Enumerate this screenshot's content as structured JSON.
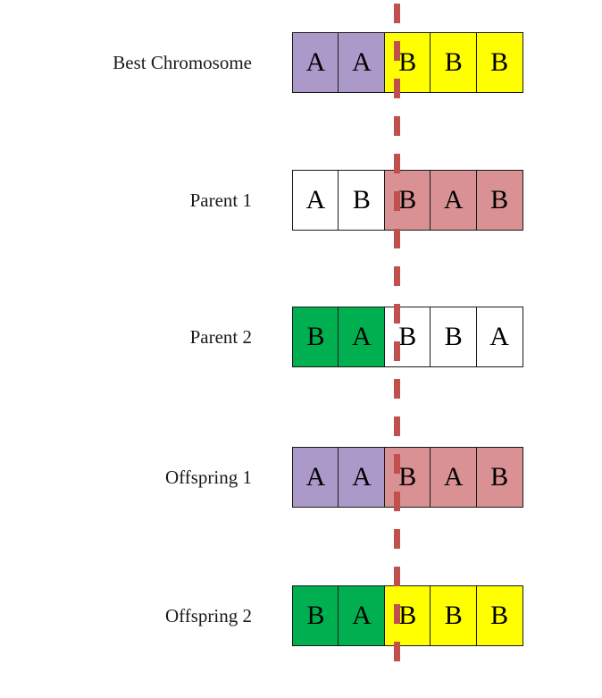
{
  "figure": {
    "title": "Genetic algorithm crossover diagram",
    "crossover_point_after_gene": 2,
    "genes_per_chromosome": 5
  },
  "colors": {
    "purple": "#ab9ac9",
    "yellow": "#ffff00",
    "white": "#ffffff",
    "salmon": "#d99194",
    "green": "#00b050",
    "border": "#1a1a1a",
    "crossover_line": "#c0504d",
    "text": "#1a1a1a",
    "background": "#ffffff"
  },
  "crossover_marker": {
    "name": "crossover-point-dashed-line",
    "style": "dashed",
    "orientation": "vertical",
    "color": "#c0504d"
  },
  "rows": [
    {
      "label": "Best Chromosome",
      "cells": [
        {
          "value": "A",
          "color": "#ab9ac9"
        },
        {
          "value": "A",
          "color": "#ab9ac9"
        },
        {
          "value": "B",
          "color": "#ffff00"
        },
        {
          "value": "B",
          "color": "#ffff00"
        },
        {
          "value": "B",
          "color": "#ffff00"
        }
      ]
    },
    {
      "label": "Parent 1",
      "cells": [
        {
          "value": "A",
          "color": "#ffffff"
        },
        {
          "value": "B",
          "color": "#ffffff"
        },
        {
          "value": "B",
          "color": "#d99194"
        },
        {
          "value": "A",
          "color": "#d99194"
        },
        {
          "value": "B",
          "color": "#d99194"
        }
      ]
    },
    {
      "label": "Parent 2",
      "cells": [
        {
          "value": "B",
          "color": "#00b050"
        },
        {
          "value": "A",
          "color": "#00b050"
        },
        {
          "value": "B",
          "color": "#ffffff"
        },
        {
          "value": "B",
          "color": "#ffffff"
        },
        {
          "value": "A",
          "color": "#ffffff"
        }
      ]
    },
    {
      "label": "Offspring 1",
      "cells": [
        {
          "value": "A",
          "color": "#ab9ac9"
        },
        {
          "value": "A",
          "color": "#ab9ac9"
        },
        {
          "value": "B",
          "color": "#d99194"
        },
        {
          "value": "A",
          "color": "#d99194"
        },
        {
          "value": "B",
          "color": "#d99194"
        }
      ]
    },
    {
      "label": "Offspring 2",
      "cells": [
        {
          "value": "B",
          "color": "#00b050"
        },
        {
          "value": "A",
          "color": "#00b050"
        },
        {
          "value": "B",
          "color": "#ffff00"
        },
        {
          "value": "B",
          "color": "#ffff00"
        },
        {
          "value": "B",
          "color": "#ffff00"
        }
      ]
    }
  ],
  "layout": {
    "row_tops": [
      36,
      190,
      343,
      500,
      655
    ]
  }
}
